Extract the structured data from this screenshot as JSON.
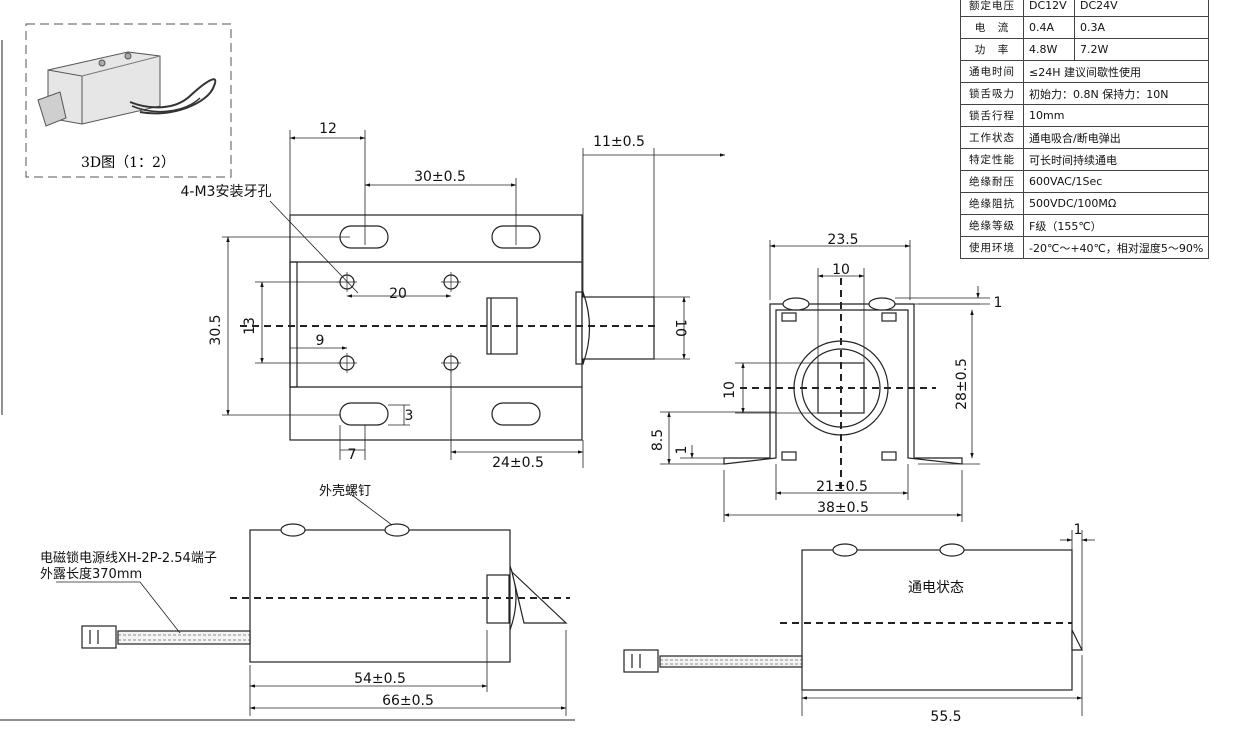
{
  "spec_table": {
    "rows": [
      {
        "name": "额定电压",
        "values": [
          "DC12V",
          "DC24V"
        ]
      },
      {
        "name": "电　流",
        "values": [
          "0.4A",
          "0.3A"
        ]
      },
      {
        "name": "功　率",
        "values": [
          "4.8W",
          "7.2W"
        ]
      },
      {
        "name": "通电时间",
        "values": [
          "≤24H  建议间歇性使用"
        ]
      },
      {
        "name": "锁舌吸力",
        "values": [
          "初始力：0.8N   保持力：10N"
        ]
      },
      {
        "name": "锁舌行程",
        "values": [
          "10mm"
        ]
      },
      {
        "name": "工作状态",
        "values": [
          "通电吸合/断电弹出"
        ]
      },
      {
        "name": "特定性能",
        "values": [
          "可长时间持续通电"
        ]
      },
      {
        "name": "绝缘耐压",
        "values": [
          "600VAC/1Sec"
        ]
      },
      {
        "name": "绝缘阻抗",
        "values": [
          "500VDC/100MΩ"
        ]
      },
      {
        "name": "绝缘等级",
        "values": [
          "F级（155℃）"
        ]
      },
      {
        "name": "使用环境",
        "values": [
          "-20℃～+40℃，相对湿度5～90%"
        ]
      }
    ]
  },
  "view_3d": {
    "caption": "3D图（1：2）"
  },
  "labels": {
    "mounting_holes": "4-M3安装牙孔",
    "shell_screw": "外壳螺钉",
    "power_cable_line1": "电磁锁电源线XH-2P-2.54端子",
    "power_cable_line2": "外露长度370mm",
    "powered_state": "通电状态"
  },
  "dimensions": {
    "top": {
      "d12": "12",
      "d30_05": "30±0.5",
      "d11_05": "11±0.5",
      "d20": "20",
      "d30_5": "30.5",
      "d13": "13",
      "d9": "9",
      "d10": "10",
      "d3": "3",
      "d7": "7",
      "d24_05": "24±0.5"
    },
    "front": {
      "d23_5": "23.5",
      "d10_top": "10",
      "d1": "1",
      "d28_05": "28±0.5",
      "d10_left": "10",
      "d8_5": "8.5",
      "d1_left": "1",
      "d21_05": "21±0.5",
      "d38_05": "38±0.5"
    },
    "side": {
      "d54_05": "54±0.5",
      "d66_05": "66±0.5"
    },
    "side2": {
      "d1": "1",
      "d55_5": "55.5"
    }
  }
}
